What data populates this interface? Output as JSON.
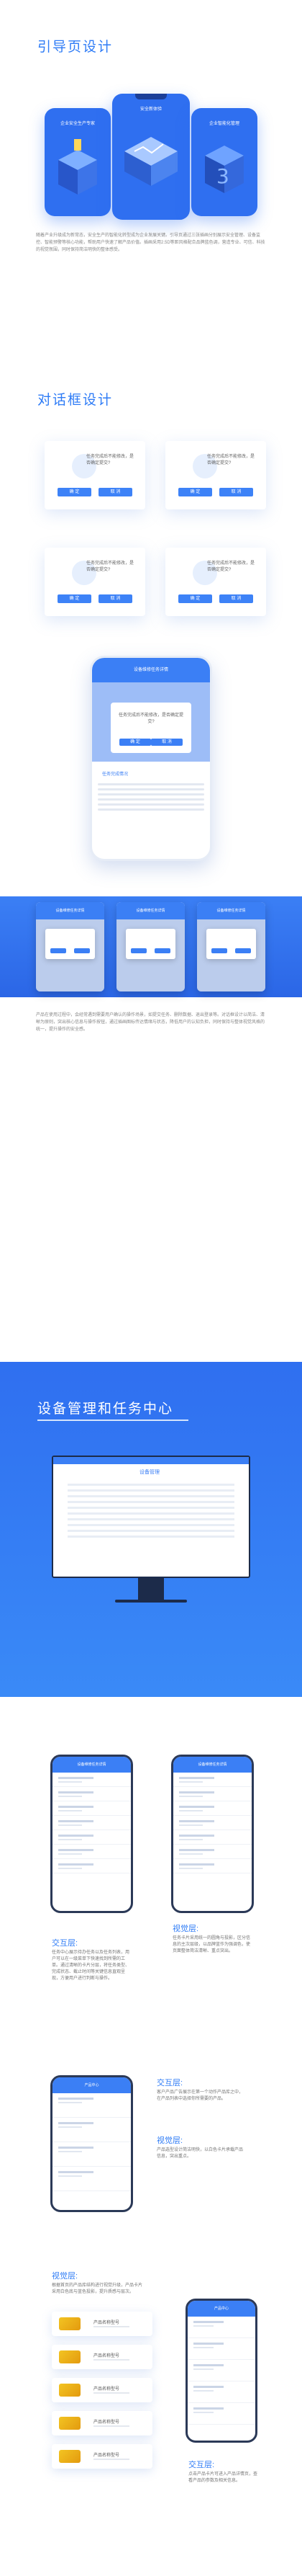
{
  "section1": {
    "title": "引导页设计",
    "phone_titles": [
      "企业安全生产专家",
      "安全新体验",
      "企业智能化管理"
    ],
    "paragraph": "随着产业升级成为新常态，安全生产的智能化转型成为企业发展关键。引导页通过三张插画分别展示安全管理、设备监控、智能预警等核心功能，帮助用户快速了解产品价值。插画采用2.5D等距风格配合品牌蓝色调，营造专业、可信、科技的视觉氛围，同时保持简洁明快的整体感受。"
  },
  "section2": {
    "title": "对话框设计",
    "dialogs": [
      {
        "message": "任务完成后不能修改，是否确定提交?",
        "ok": "确 定",
        "cancel": "取 消"
      },
      {
        "message": "任务完成后不能修改，是否确定提交?",
        "ok": "确 定",
        "cancel": "取 消"
      },
      {
        "message": "任务完成后不能修改，是否确定提交?",
        "ok": "确 定",
        "cancel": "取 消"
      },
      {
        "message": "任务完成后不能修改，是否确定提交?",
        "ok": "确 定",
        "cancel": "取 消"
      }
    ],
    "center_phone_title": "设备维修任务详情",
    "center_modal_message": "任务完成后不能修改，是否确定提交?",
    "center_modal_ok": "确 定",
    "center_modal_cancel": "取 消",
    "center_phone_section": "任务完成情况",
    "band_phone_title": "设备维修任务详情",
    "paragraph2": "产品在使用过程中，会经常遇到需要用户确认的操作场景，如提交任务、删除数据、退出登录等。对话框设计以简洁、清晰为原则，突出核心信息与操作按钮，通过插画图标传达情绪与状态，降低用户的认知负担，同时保持与整体视觉风格的统一，提升操作的安全感。"
  },
  "section3": {
    "title": "设备管理和任务中心",
    "monitor_header": "设备管理"
  },
  "section4": {
    "interaction_title": "交互层:",
    "interaction_text": "任务中心展示待办任务以及任务列表，用户可以在一级菜单下快速找到所需的工单。通过清晰的卡片分层，将任务类型、完成状态、截止时间等关键信息直观呈现，方便用户进行判断与操作。",
    "visual_title": "视觉层:",
    "visual_text": "任务卡片采用统一的圆角与投影，区分信息的主次层级，以品牌蓝作为强调色，使页面整体简洁清晰、重点突出。",
    "phone_left_title": "设备维修任务详情",
    "phone_right_title": "设备维修任务详情"
  },
  "section5": {
    "interaction_title": "交互层:",
    "interaction_text": "客户产品广告展示在第一个动作产品库之中，在产品列表中选择你所需要的产品。",
    "visual_title": "视觉层:",
    "visual_text": "产品选型设计简洁明快，以白色卡片承载产品信息，突出重点。",
    "phone_title": "产品中心"
  },
  "section6": {
    "visual_title": "视觉层:",
    "visual_text": "根据首页的产品库结构进行视觉升级，产品卡片采用白色底与蓝色投影，提升质感与层次。",
    "interaction_title": "交互层:",
    "interaction_text": "点击产品卡片可进入产品详情页，查看产品的参数及相关信息。",
    "products": [
      "产品名称型号",
      "产品名称型号",
      "产品名称型号",
      "产品名称型号",
      "产品名称型号"
    ],
    "phone_title": "产品中心"
  }
}
